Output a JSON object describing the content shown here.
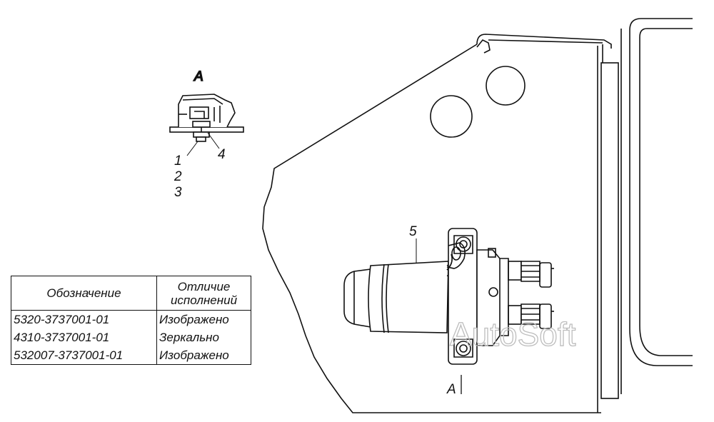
{
  "view": {
    "detail_label": "A",
    "section_label": "A"
  },
  "callouts": {
    "c1": "1",
    "c2": "2",
    "c3": "3",
    "c4": "4",
    "c5": "5"
  },
  "table": {
    "headers": [
      "Обозначение",
      "Отличие исполнений"
    ],
    "rows": [
      [
        "5320-3737001-01",
        "Изображено"
      ],
      [
        "4310-3737001-01",
        "Зеркально"
      ],
      [
        "532007-3737001-01",
        "Изображено"
      ]
    ]
  },
  "watermark": "AutoSoft"
}
